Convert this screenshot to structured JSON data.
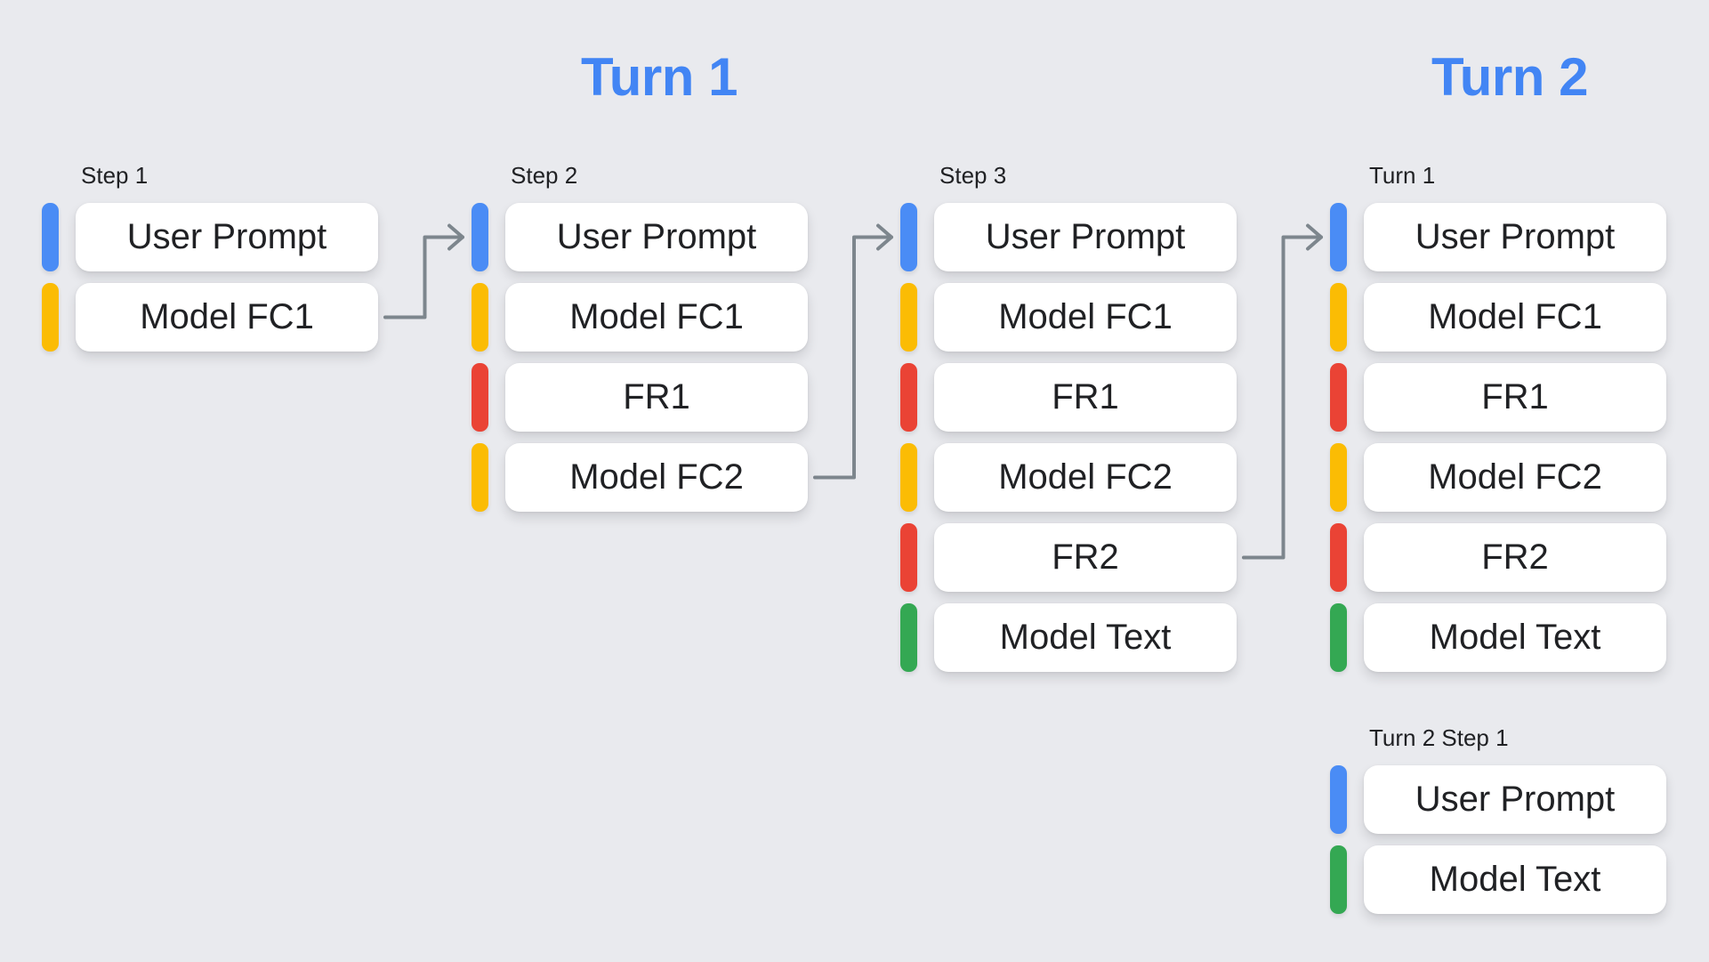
{
  "headers": [
    {
      "text": "Turn 1"
    },
    {
      "text": "Turn 2"
    }
  ],
  "palette": {
    "background": "#E9EAEE",
    "header_blue": "#4285F4",
    "card_background": "#FFFFFF",
    "text_dark": "#202124",
    "connector_gray": "#7D868D",
    "user_prompt": "#4A8CF5",
    "model_function_call": "#FBBC04",
    "function_response": "#EA4335",
    "model_text": "#34A853"
  },
  "columns": [
    {
      "label": "Step 1",
      "cards": [
        {
          "text": "User Prompt",
          "type": "user_prompt"
        },
        {
          "text": "Model FC1",
          "type": "model_function_call"
        }
      ]
    },
    {
      "label": "Step 2",
      "cards": [
        {
          "text": "User Prompt",
          "type": "user_prompt"
        },
        {
          "text": "Model FC1",
          "type": "model_function_call"
        },
        {
          "text": "FR1",
          "type": "function_response"
        },
        {
          "text": "Model FC2",
          "type": "model_function_call"
        }
      ]
    },
    {
      "label": "Step 3",
      "cards": [
        {
          "text": "User Prompt",
          "type": "user_prompt"
        },
        {
          "text": "Model FC1",
          "type": "model_function_call"
        },
        {
          "text": "FR1",
          "type": "function_response"
        },
        {
          "text": "Model FC2",
          "type": "model_function_call"
        },
        {
          "text": "FR2",
          "type": "function_response"
        },
        {
          "text": "Model Text",
          "type": "model_text"
        }
      ]
    },
    {
      "label": "Turn 1",
      "cards": [
        {
          "text": "User Prompt",
          "type": "user_prompt"
        },
        {
          "text": "Model FC1",
          "type": "model_function_call"
        },
        {
          "text": "FR1",
          "type": "function_response"
        },
        {
          "text": "Model FC2",
          "type": "model_function_call"
        },
        {
          "text": "FR2",
          "type": "function_response"
        },
        {
          "text": "Model Text",
          "type": "model_text"
        }
      ]
    },
    {
      "label": "Turn 2 Step 1",
      "cards": [
        {
          "text": "User Prompt",
          "type": "user_prompt"
        },
        {
          "text": "Model Text",
          "type": "model_text"
        }
      ]
    }
  ],
  "connectors": [
    {
      "from_column": 0,
      "from_card": 1,
      "to_column": 1,
      "to_card": 0
    },
    {
      "from_column": 1,
      "from_card": 3,
      "to_column": 2,
      "to_card": 0
    },
    {
      "from_column": 2,
      "from_card": 4,
      "to_column": 3,
      "to_card": 0
    }
  ]
}
